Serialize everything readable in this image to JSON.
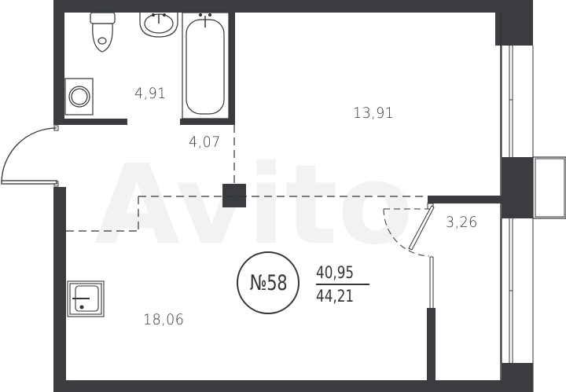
{
  "plan": {
    "type": "apartment floor plan",
    "wall_color": "#3a3c3f",
    "line_color": "#333538",
    "background": "#ffffff"
  },
  "apartment": {
    "number_label": "№58",
    "living_area": "40,95",
    "total_area": "44,21"
  },
  "rooms": [
    {
      "id": "bathroom",
      "area": "4,91"
    },
    {
      "id": "hallway",
      "area": "4,07"
    },
    {
      "id": "bedroom",
      "area": "13,91"
    },
    {
      "id": "living-kitchen",
      "area": "18,06"
    },
    {
      "id": "balcony",
      "area": "3,26"
    }
  ],
  "fixtures": [
    "toilet",
    "washbasin",
    "bathtub",
    "washing-machine",
    "kitchen-sink"
  ],
  "watermark": "Avito"
}
